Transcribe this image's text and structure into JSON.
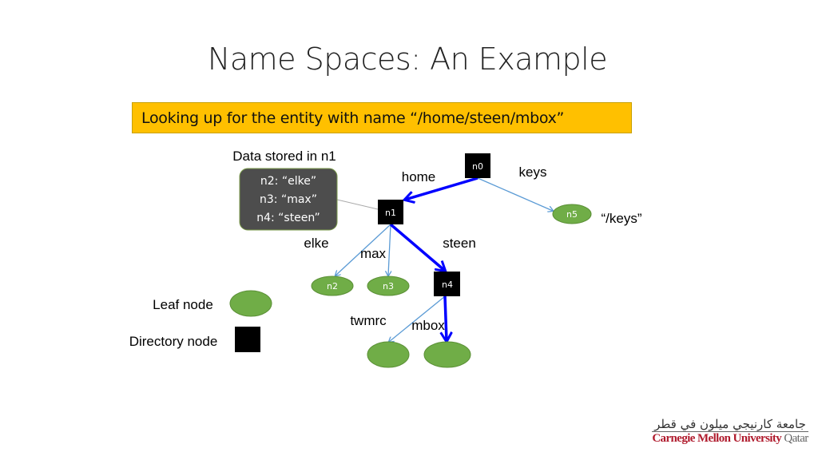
{
  "slide": {
    "title": "Name Spaces: An Example",
    "banner": "Looking up for the entity with name “/home/steen/mbox”"
  },
  "diagram": {
    "callout_heading": "Data stored in n1",
    "callout_lines": [
      "n2: “elke”",
      "n3: “max”",
      "n4: “steen”"
    ],
    "nodes": {
      "n0": "n0",
      "n1": "n1",
      "n2": "n2",
      "n3": "n3",
      "n4": "n4",
      "n5": "n5"
    },
    "edge_labels": {
      "home": "home",
      "keys": "keys",
      "elke": "elke",
      "max": "max",
      "steen": "steen",
      "twmrc": "twmrc",
      "mbox": "mbox"
    },
    "n5_data": "“/keys”",
    "legend": {
      "leaf": "Leaf node",
      "directory": "Directory node"
    },
    "colors": {
      "leaf": "#70ad47",
      "directory": "#000000",
      "edge": "#5b9bd5",
      "path": "#0000ff",
      "banner": "#ffc000"
    }
  },
  "logo": {
    "arabic": "جامعة كارنيجي ميلون في قطر",
    "english": "Carnegie Mellon University",
    "english_suffix": "Qatar"
  }
}
